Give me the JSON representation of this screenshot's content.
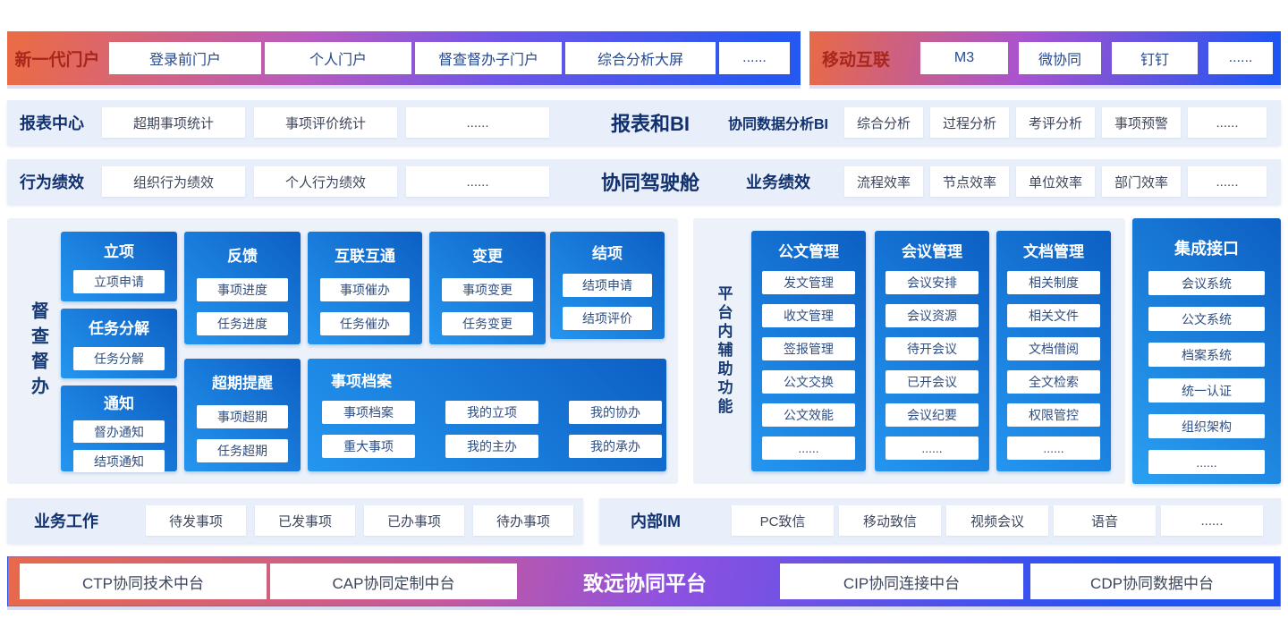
{
  "banners": {
    "portal": {
      "label": "新一代门户",
      "items": [
        "登录前门户",
        "个人门户",
        "督查督办子门户",
        "综合分析大屏",
        "......"
      ]
    },
    "mobile": {
      "label": "移动互联",
      "items": [
        "M3",
        "微协同",
        "钉钉",
        "......"
      ]
    }
  },
  "band_report": {
    "left_label": "报表中心",
    "left_items": [
      "超期事项统计",
      "事项评价统计",
      "......"
    ],
    "center_title": "报表和BI",
    "right_label": "协同数据分析BI",
    "right_items": [
      "综合分析",
      "过程分析",
      "考评分析",
      "事项预警",
      "......"
    ]
  },
  "band_perf": {
    "left_label": "行为绩效",
    "left_items": [
      "组织行为绩效",
      "个人行为绩效",
      "......"
    ],
    "center_title": "协同驾驶舱",
    "right_label": "业务绩效",
    "right_items": [
      "流程效率",
      "节点效率",
      "单位效率",
      "部门效率",
      "......"
    ]
  },
  "supervision": {
    "vertical_label": "督查督办",
    "blocks": {
      "lixiang": {
        "title": "立项",
        "items": [
          "立项申请"
        ]
      },
      "fenjie": {
        "title": "任务分解",
        "items": [
          "任务分解"
        ]
      },
      "tongzhi": {
        "title": "通知",
        "items": [
          "督办通知",
          "结项通知"
        ]
      },
      "fankui": {
        "title": "反馈",
        "items": [
          "事项进度",
          "任务进度"
        ]
      },
      "chaoqi": {
        "title": "超期提醒",
        "items": [
          "事项超期",
          "任务超期"
        ]
      },
      "hulian": {
        "title": "互联互通",
        "items": [
          "事项催办",
          "任务催办"
        ]
      },
      "biangeng": {
        "title": "变更",
        "items": [
          "事项变更",
          "任务变更"
        ]
      },
      "jiexiang": {
        "title": "结项",
        "items": [
          "结项申请",
          "结项评价"
        ]
      },
      "dangan": {
        "title": "事项档案",
        "items": [
          "事项档案",
          "我的立项",
          "我的协办",
          "重大事项",
          "我的主办",
          "我的承办"
        ]
      }
    }
  },
  "auxiliary": {
    "vertical_label": "平台内辅助功能",
    "columns": [
      {
        "title": "公文管理",
        "items": [
          "发文管理",
          "收文管理",
          "签报管理",
          "公文交换",
          "公文效能",
          "......"
        ]
      },
      {
        "title": "会议管理",
        "items": [
          "会议安排",
          "会议资源",
          "待开会议",
          "已开会议",
          "会议纪要",
          "......"
        ]
      },
      {
        "title": "文档管理",
        "items": [
          "相关制度",
          "相关文件",
          "文档借阅",
          "全文检索",
          "权限管控",
          "......"
        ]
      }
    ]
  },
  "integration": {
    "title": "集成接口",
    "items": [
      "会议系统",
      "公文系统",
      "档案系统",
      "统一认证",
      "组织架构",
      "......"
    ]
  },
  "band_business": {
    "label": "业务工作",
    "items": [
      "待发事项",
      "已发事项",
      "已办事项",
      "待办事项"
    ]
  },
  "band_im": {
    "label": "内部IM",
    "items": [
      "PC致信",
      "移动致信",
      "视频会议",
      "语音",
      "......"
    ]
  },
  "platform": {
    "title": "致远协同平台",
    "left_items": [
      "CTP协同技术中台",
      "CAP协同定制中台"
    ],
    "right_items": [
      "CIP协同连接中台",
      "CDP协同数据中台"
    ]
  },
  "colors": {
    "gradient_orange": "#ea6b48",
    "gradient_purple": "#9a53e2",
    "gradient_blue": "#2458f1",
    "block_blue_dark": "#0d5fc3",
    "block_blue_light": "#2496f0",
    "band_bg": "#e9effa",
    "panel_bg": "#edf2fa",
    "navy_text": "#10306e",
    "red_label": "#a8261b"
  }
}
